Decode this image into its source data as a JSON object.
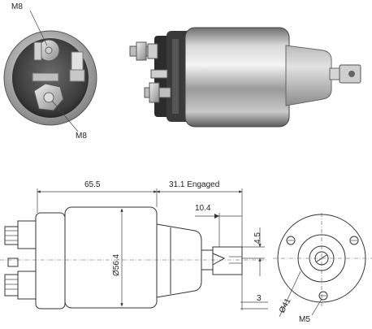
{
  "labels": {
    "end_view_top_terminal": "M8",
    "end_view_bottom_terminal": "M8",
    "length_body": "65.5",
    "length_engaged": "31.1 Engaged",
    "plunger_offset": "10.4",
    "slot_width": "4.5",
    "body_diameter": "Ø56.4",
    "pilot_diameter": "Ø41",
    "slot_depth": "3",
    "mount_thread": "M5"
  }
}
